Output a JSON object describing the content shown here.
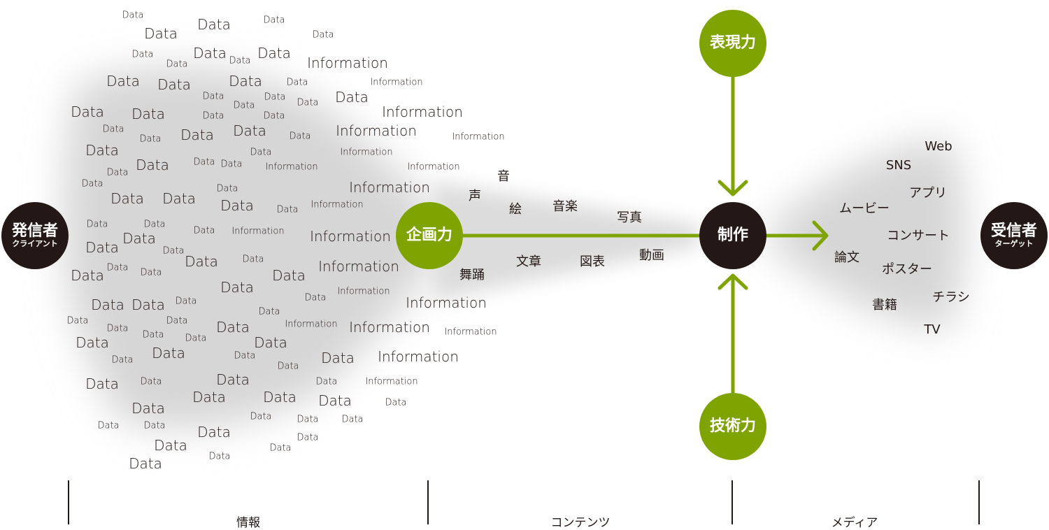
{
  "colors": {
    "accent": "#7fa300",
    "dark": "#231815",
    "shadow": "#cfcfcf"
  },
  "nodes": {
    "sender": {
      "main": "発信者",
      "sub": "クライアント"
    },
    "planning": {
      "main": "企画力"
    },
    "production": {
      "main": "制作"
    },
    "expression": {
      "main": "表現力"
    },
    "technology": {
      "main": "技術力"
    },
    "receiver": {
      "main": "受信者",
      "sub": "ターゲット"
    }
  },
  "cloud_words": [
    "Data",
    "Data",
    "Data",
    "Data",
    "Data",
    "Data",
    "Data",
    "Data",
    "Data",
    "Data",
    "Information",
    "Data",
    "Data",
    "Data",
    "Data",
    "Information",
    "Data",
    "Data",
    "Data",
    "Data",
    "Data",
    "Data",
    "Data",
    "Data",
    "Data",
    "Information",
    "Data",
    "Data",
    "Data",
    "Data",
    "Data",
    "Information",
    "Information",
    "Data",
    "Data",
    "Information",
    "Data",
    "Data",
    "Data",
    "Information",
    "Information",
    "Data",
    "Data",
    "Data",
    "Information",
    "Data",
    "Data",
    "Data",
    "Data",
    "Information",
    "Data",
    "Data",
    "Data",
    "Information",
    "Information",
    "Data",
    "Data",
    "Data",
    "Data",
    "Data",
    "Data",
    "Data",
    "Data",
    "Data",
    "Information",
    "Data",
    "Data",
    "Information",
    "Data",
    "Data",
    "Data",
    "Information",
    "Data",
    "Data",
    "Data",
    "Data",
    "Data",
    "Information",
    "Information",
    "Information",
    "Data",
    "Data",
    "Data",
    "Data",
    "Data",
    "Data",
    "Data",
    "Data",
    "Data",
    "Information",
    "Data",
    "Data",
    "Data",
    "Data",
    "Information",
    "Data",
    "Data",
    "Data",
    "Data",
    "Data",
    "Data",
    "Data",
    "Data",
    "Data",
    "Data",
    "Data",
    "Data",
    "Data",
    "Data",
    "Data",
    "Data"
  ],
  "content_words": [
    "音",
    "声",
    "絵",
    "音楽",
    "写真",
    "文章",
    "図表",
    "動画",
    "舞踊"
  ],
  "media_words": [
    "Web",
    "SNS",
    "アプリ",
    "ムービー",
    "コンサート",
    "論文",
    "ポスター",
    "書籍",
    "チラシ",
    "TV"
  ],
  "sections": [
    "情報",
    "コンテンツ",
    "メディア"
  ]
}
